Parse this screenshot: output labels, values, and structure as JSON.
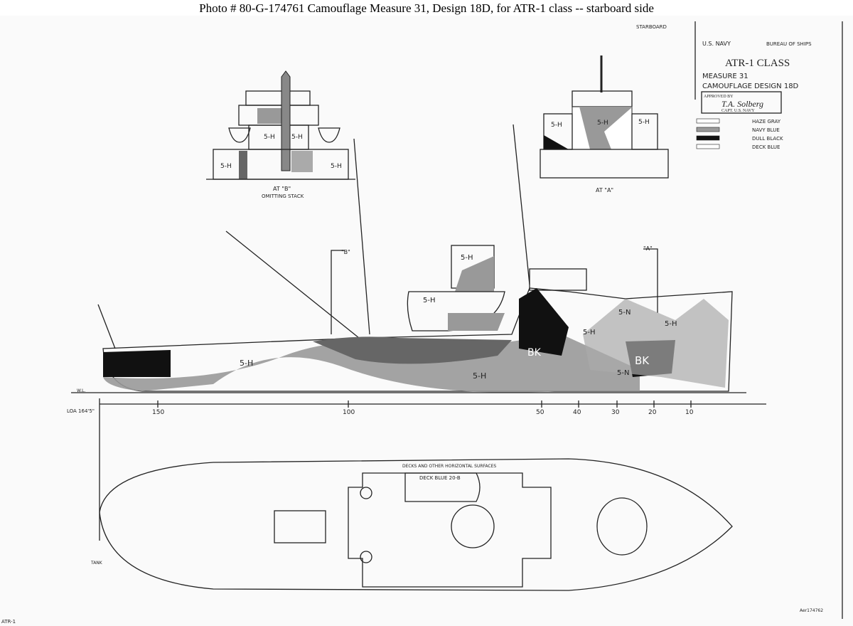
{
  "caption": "Photo # 80-G-174761   Camouflage Measure 31, Design 18D, for ATR-1 class -- starboard side",
  "side_label": "STARBOARD",
  "title_block": {
    "org": "U.S. NAVY",
    "bureau": "BUREAU OF SHIPS",
    "ship_class": "ATR-1 CLASS",
    "measure": "MEASURE 31",
    "design": "CAMOUFLAGE DESIGN 18D",
    "approved": "APPROVED BY",
    "signature": "T.A. Solberg",
    "rank": "CAPT. U.S. NAVY"
  },
  "legend": [
    {
      "label": "HAZE GRAY",
      "color": "#ffffff"
    },
    {
      "label": "NAVY BLUE",
      "color": "#9a9a9a"
    },
    {
      "label": "DULL BLACK",
      "color": "#111111"
    },
    {
      "label": "DECK BLUE",
      "color": "#ffffff"
    }
  ],
  "sections": {
    "b_label": "AT \"B\"",
    "b_sub": "OMITTING STACK",
    "a_label": "AT \"A\""
  },
  "markers": {
    "b": "\"B\"",
    "a": "\"A\""
  },
  "paint": {
    "h": "5-H",
    "n": "5-N",
    "bk": "BK"
  },
  "waterline": "W.L.",
  "scale": {
    "loa": "LOA 164'5\"",
    "ticks": [
      "150",
      "100",
      "50",
      "40",
      "30",
      "20",
      "10"
    ]
  },
  "plan": {
    "note": "DECKS AND OTHER HORIZONTAL SURFACES",
    "deck": "DECK BLUE 20-B",
    "tank": "TANK"
  },
  "sheet_id": "ATR-1",
  "stamp": "Aer174762"
}
